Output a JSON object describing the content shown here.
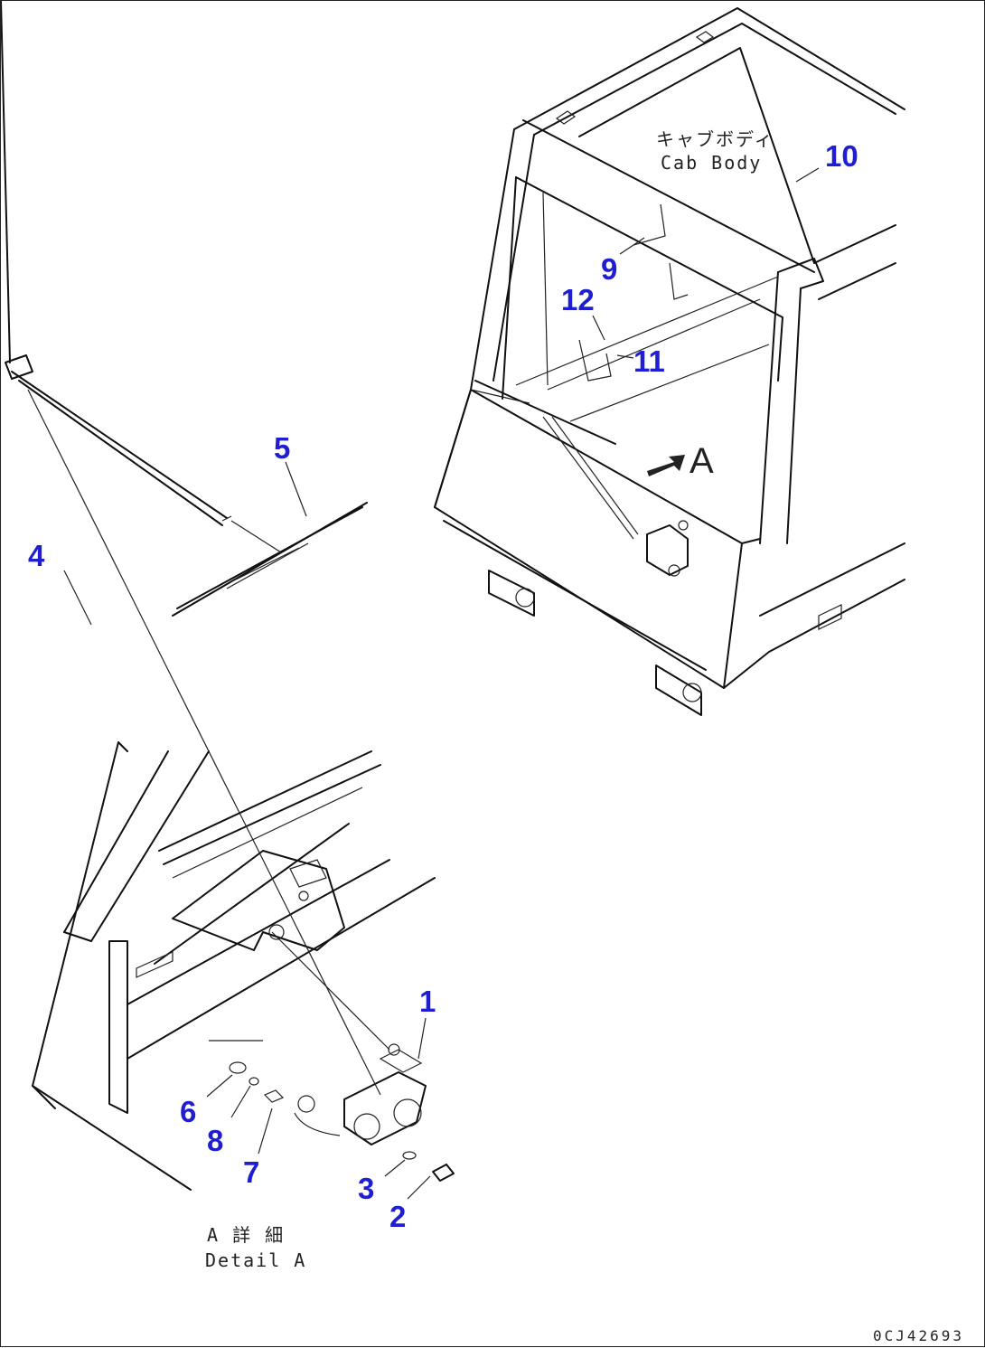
{
  "callouts": {
    "c1": "1",
    "c2": "2",
    "c3": "3",
    "c4": "4",
    "c5": "5",
    "c6": "6",
    "c7": "7",
    "c8": "8",
    "c9": "9",
    "c10": "10",
    "c11": "11",
    "c12": "12"
  },
  "cab_body_label": {
    "jp": "キャブボディ",
    "en": "Cab Body"
  },
  "view_marker": "A",
  "detail_label": {
    "jp": "A 詳 細",
    "en": "Detail A"
  },
  "drawing_code": "0CJ42693",
  "colors": {
    "callout": "#1f1fd1",
    "line": "#111111"
  }
}
